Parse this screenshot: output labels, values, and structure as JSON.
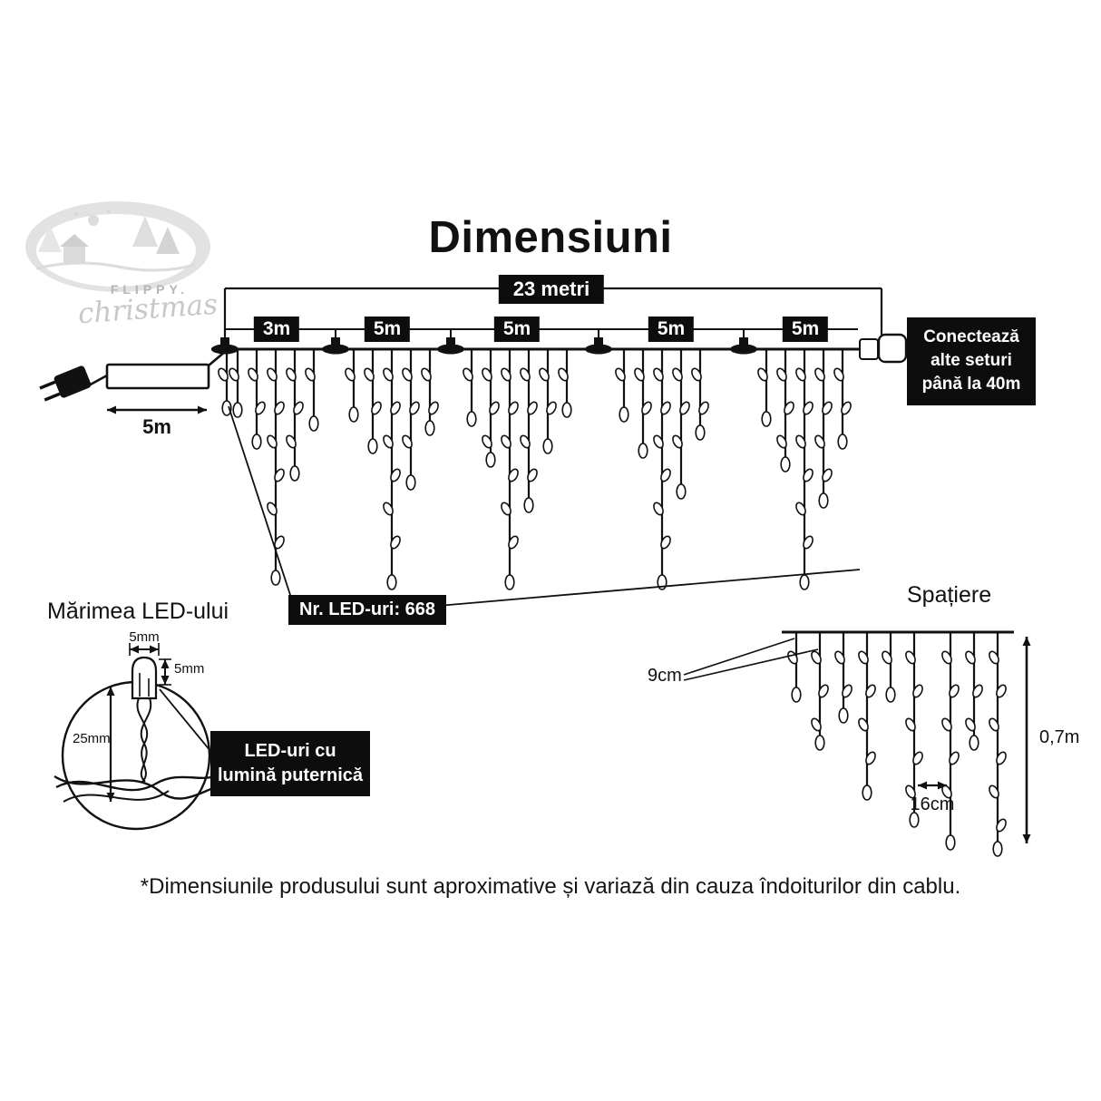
{
  "logo": {
    "brand": "FLIPPY.",
    "script": "christmas"
  },
  "title": "Dimensiuni",
  "diagram": {
    "total_label": "23 metri",
    "segments": [
      "3m",
      "5m",
      "5m",
      "5m",
      "5m"
    ],
    "lead_label": "5m",
    "connect_lines": [
      "Conectează",
      "alte seturi",
      "până la 40m"
    ],
    "led_count_label": "Nr. LED-uri: 668"
  },
  "led_size": {
    "heading": "Mărimea LED-ului",
    "cap_width_label": "5mm",
    "cap_height_label": "5mm",
    "body_length_label": "25mm",
    "info_text": "LED-uri cu lumină puternică"
  },
  "spacing": {
    "heading": "Spațiere",
    "drop_gap_label": "9cm",
    "bulb_gap_label": "16cm",
    "height_label": "0,7m"
  },
  "disclaimer": "*Dimensiunile produsului sunt aproximative și variază din cauza îndoiturilor din cablu.",
  "colors": {
    "label_box_bg": "#0d0d0d",
    "ink": "#111111"
  }
}
